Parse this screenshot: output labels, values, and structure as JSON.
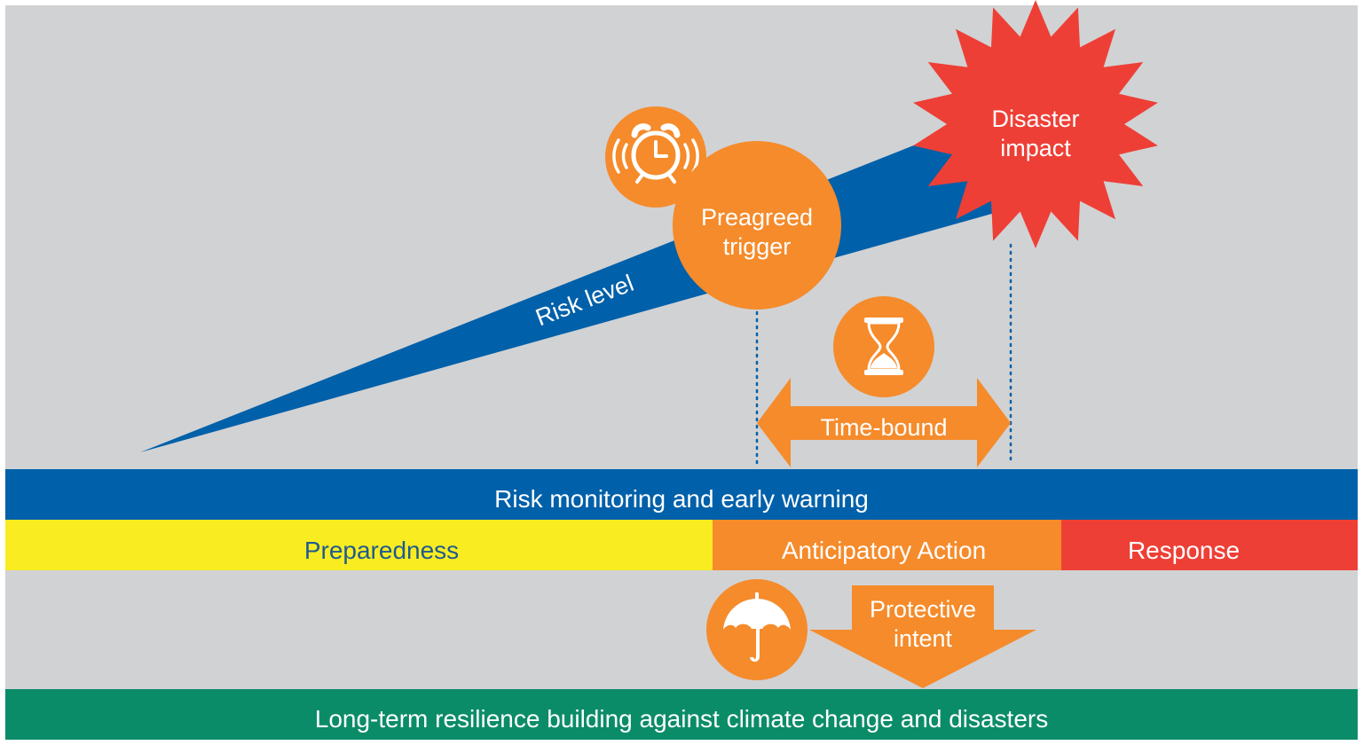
{
  "colors": {
    "background": "#d1d2d4",
    "blue": "#0060a9",
    "orange": "#f58b2b",
    "red": "#ee3f36",
    "yellow": "#f9ec21",
    "green": "#0b8c69",
    "white": "#ffffff"
  },
  "risk_level": {
    "label": "Risk level"
  },
  "trigger": {
    "line1": "Preagreed",
    "line2": "trigger",
    "icon": "alarm-clock-icon"
  },
  "disaster": {
    "line1": "Disaster",
    "line2": "impact"
  },
  "time_bound": {
    "label": "Time-bound",
    "icon": "hourglass-icon"
  },
  "bands": {
    "monitoring": "Risk monitoring and early warning",
    "preparedness": "Preparedness",
    "anticipatory": "Anticipatory Action",
    "response": "Response",
    "resilience": "Long-term resilience building against climate change and disasters"
  },
  "protective": {
    "line1": "Protective",
    "line2": "intent",
    "icon": "umbrella-icon"
  }
}
